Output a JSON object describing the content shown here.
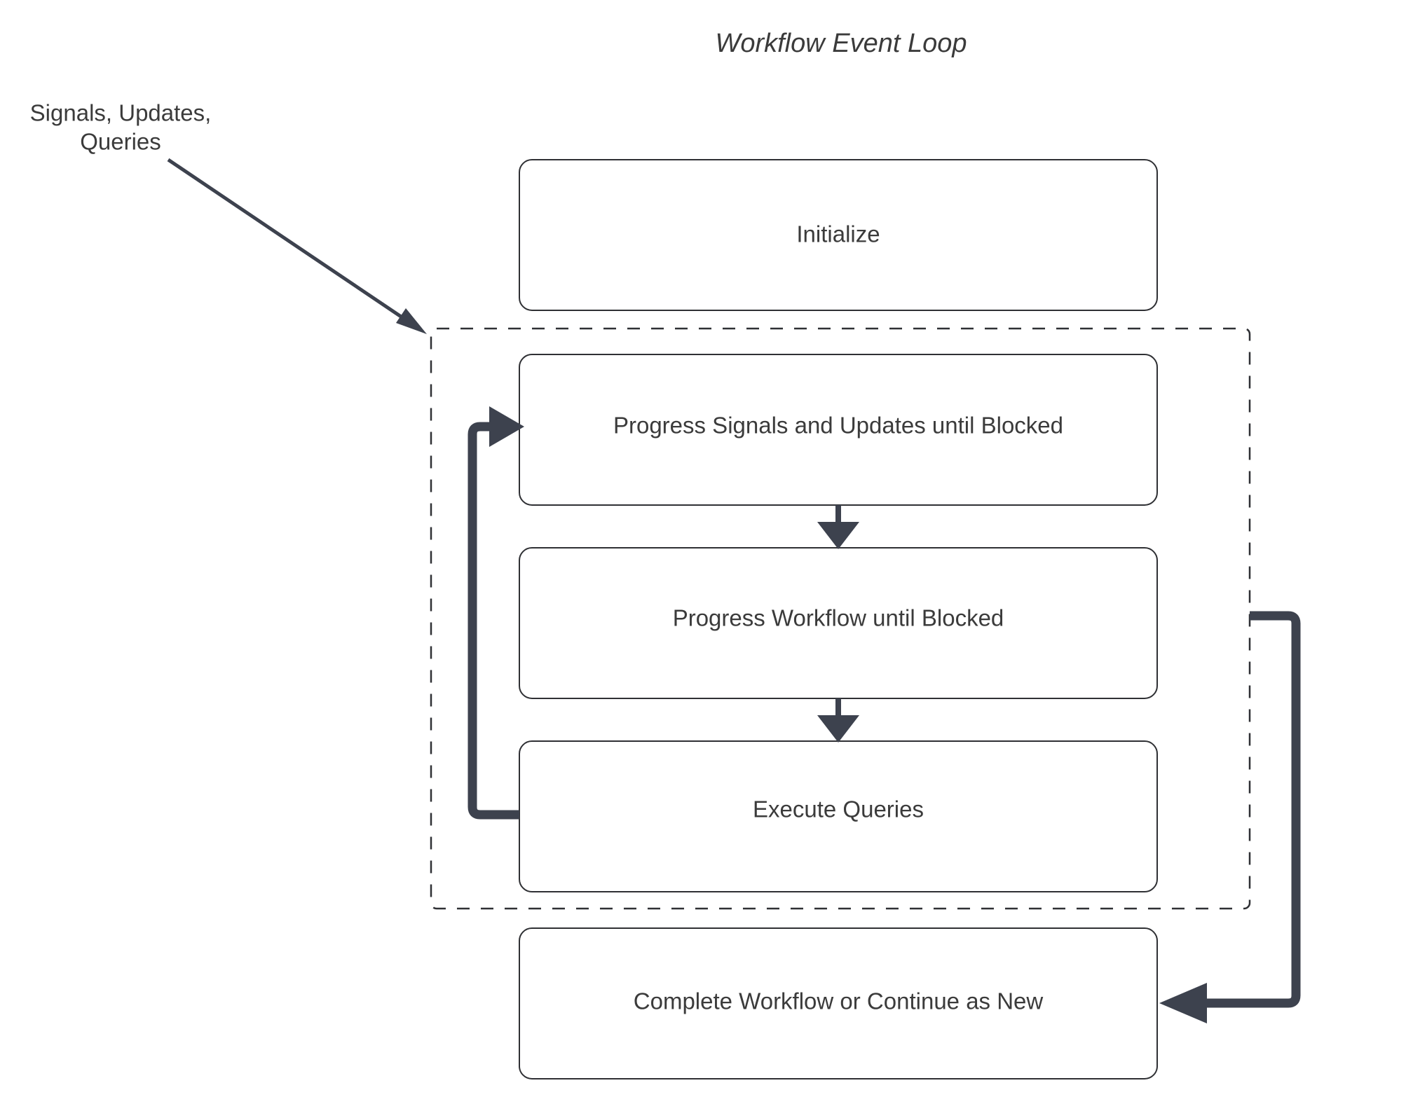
{
  "diagram": {
    "title": "Workflow Event Loop",
    "type": "flowchart",
    "background_color": "#ffffff",
    "node_border_color": "#2f3034",
    "node_fill_color": "#ffffff",
    "text_color": "#3b3b3b",
    "arrow_color": "#3d424e",
    "nodes": [
      {
        "id": "initialize",
        "label": "Initialize",
        "inside_loop": false
      },
      {
        "id": "progress-signals",
        "label": "Progress Signals and Updates until Blocked",
        "inside_loop": true
      },
      {
        "id": "progress-workflow",
        "label": "Progress Workflow until Blocked",
        "inside_loop": true
      },
      {
        "id": "execute-queries",
        "label": "Execute Queries",
        "inside_loop": true
      },
      {
        "id": "complete-workflow",
        "label": "Complete Workflow or Continue as New",
        "inside_loop": false
      }
    ],
    "edge_labels": [
      {
        "id": "external-input",
        "line1": "Signals, Updates,",
        "line2": "Queries"
      }
    ],
    "loop_container": {
      "id": "event-loop-container",
      "style": "dashed"
    },
    "edges": [
      {
        "from": "external-input",
        "to": "event-loop-container",
        "style": "thin-arrow"
      },
      {
        "from": "progress-signals",
        "to": "progress-workflow",
        "style": "down-arrow"
      },
      {
        "from": "progress-workflow",
        "to": "execute-queries",
        "style": "down-arrow"
      },
      {
        "from": "execute-queries",
        "to": "progress-signals",
        "style": "loop-back-left"
      },
      {
        "from": "event-loop-container",
        "to": "complete-workflow",
        "style": "loop-right-down"
      }
    ]
  }
}
